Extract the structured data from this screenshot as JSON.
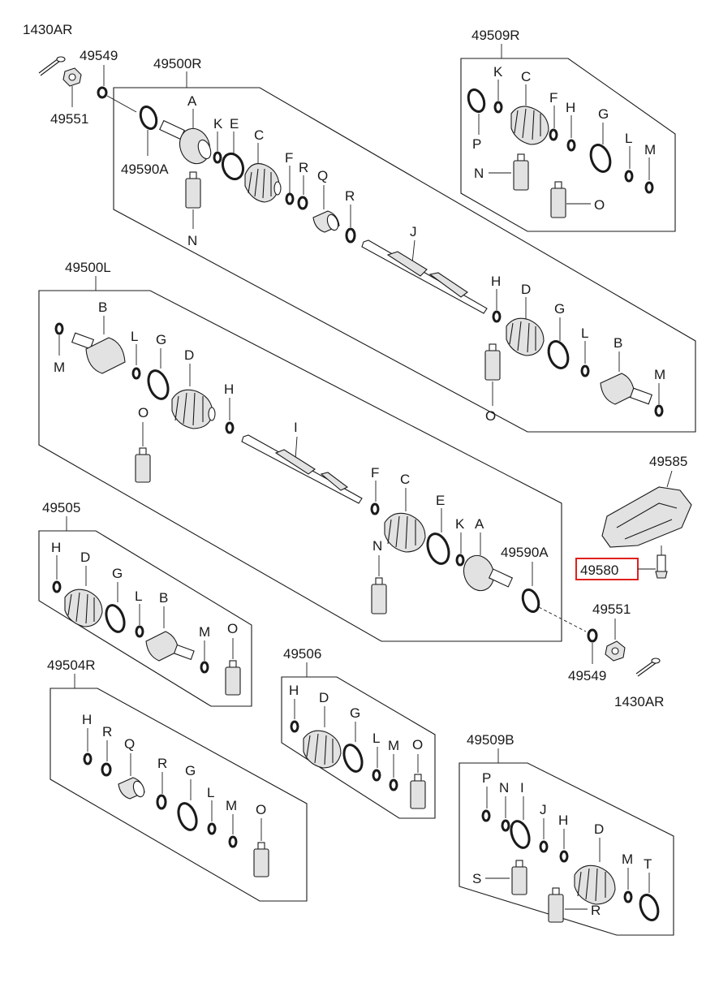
{
  "highlight": {
    "part_no": "49580",
    "color": "#e0201c"
  },
  "groups": {
    "g49500R": "49500R",
    "g49500L": "49500L",
    "g49509R": "49509R",
    "g49505": "49505",
    "g49504R": "49504R",
    "g49506": "49506",
    "g49509B": "49509B",
    "g49585": "49585"
  },
  "hardware": {
    "pin_top": "1430AR",
    "washer_top": "49549",
    "nut_top": "49551",
    "ring_top": "49590A",
    "ring_mid": "49590A",
    "nut_mid": "49551",
    "washer_mid": "49549",
    "pin_mid": "1430AR",
    "bracket_bolt": "49580"
  },
  "labels": {
    "A": "A",
    "B": "B",
    "C": "C",
    "D": "D",
    "E": "E",
    "F": "F",
    "G": "G",
    "H": "H",
    "I": "I",
    "J": "J",
    "K": "K",
    "L": "L",
    "M": "M",
    "N": "N",
    "O": "O",
    "P": "P",
    "Q": "Q",
    "R": "R",
    "S": "S",
    "T": "T"
  }
}
